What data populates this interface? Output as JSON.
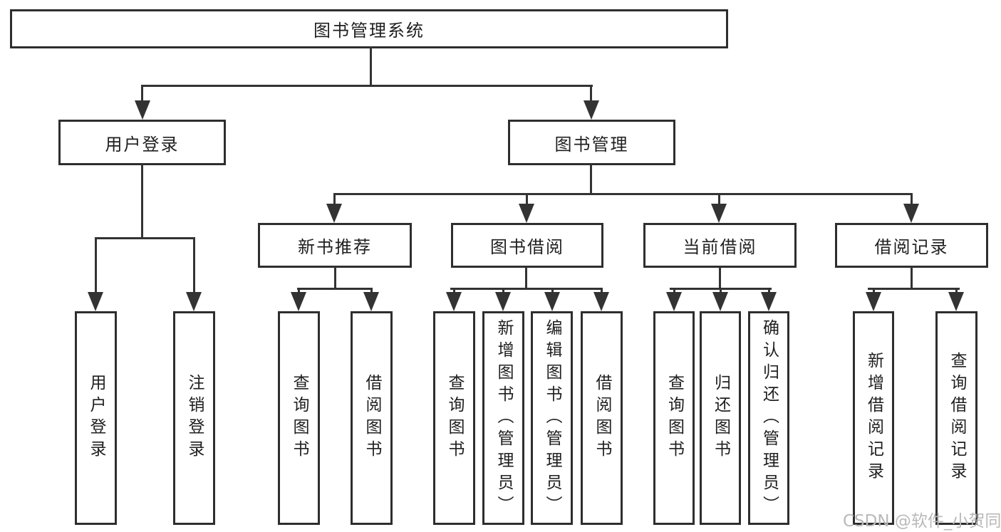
{
  "diagram": {
    "root": {
      "label": "图书管理系统"
    },
    "level2": [
      {
        "label": "用户登录"
      },
      {
        "label": "图书管理"
      }
    ],
    "level3": [
      {
        "label": "新书推荐"
      },
      {
        "label": "图书借阅"
      },
      {
        "label": "当前借阅"
      },
      {
        "label": "借阅记录"
      }
    ],
    "leaves": {
      "user": [
        {
          "label": "用户登录"
        },
        {
          "label": "注销登录"
        }
      ],
      "recommend": [
        {
          "label": "查询图书"
        },
        {
          "label": "借阅图书"
        }
      ],
      "borrow": [
        {
          "label": "查询图书"
        },
        {
          "label": "新增图书（管理员）"
        },
        {
          "label": "编辑图书（管理员）"
        },
        {
          "label": "借阅图书"
        }
      ],
      "current": [
        {
          "label": "查询图书"
        },
        {
          "label": "归还图书"
        },
        {
          "label": "确认归还（管理员）"
        }
      ],
      "records": [
        {
          "label": "新增借阅记录"
        },
        {
          "label": "查询借阅记录"
        }
      ]
    },
    "watermark": "CSDN @软件_小贺同学",
    "colors": {
      "line": "#333333",
      "box_border": "#2e2e2e",
      "text": "#1f1f1f",
      "watermark": "#b9b9b9",
      "background": "#ffffff"
    }
  }
}
